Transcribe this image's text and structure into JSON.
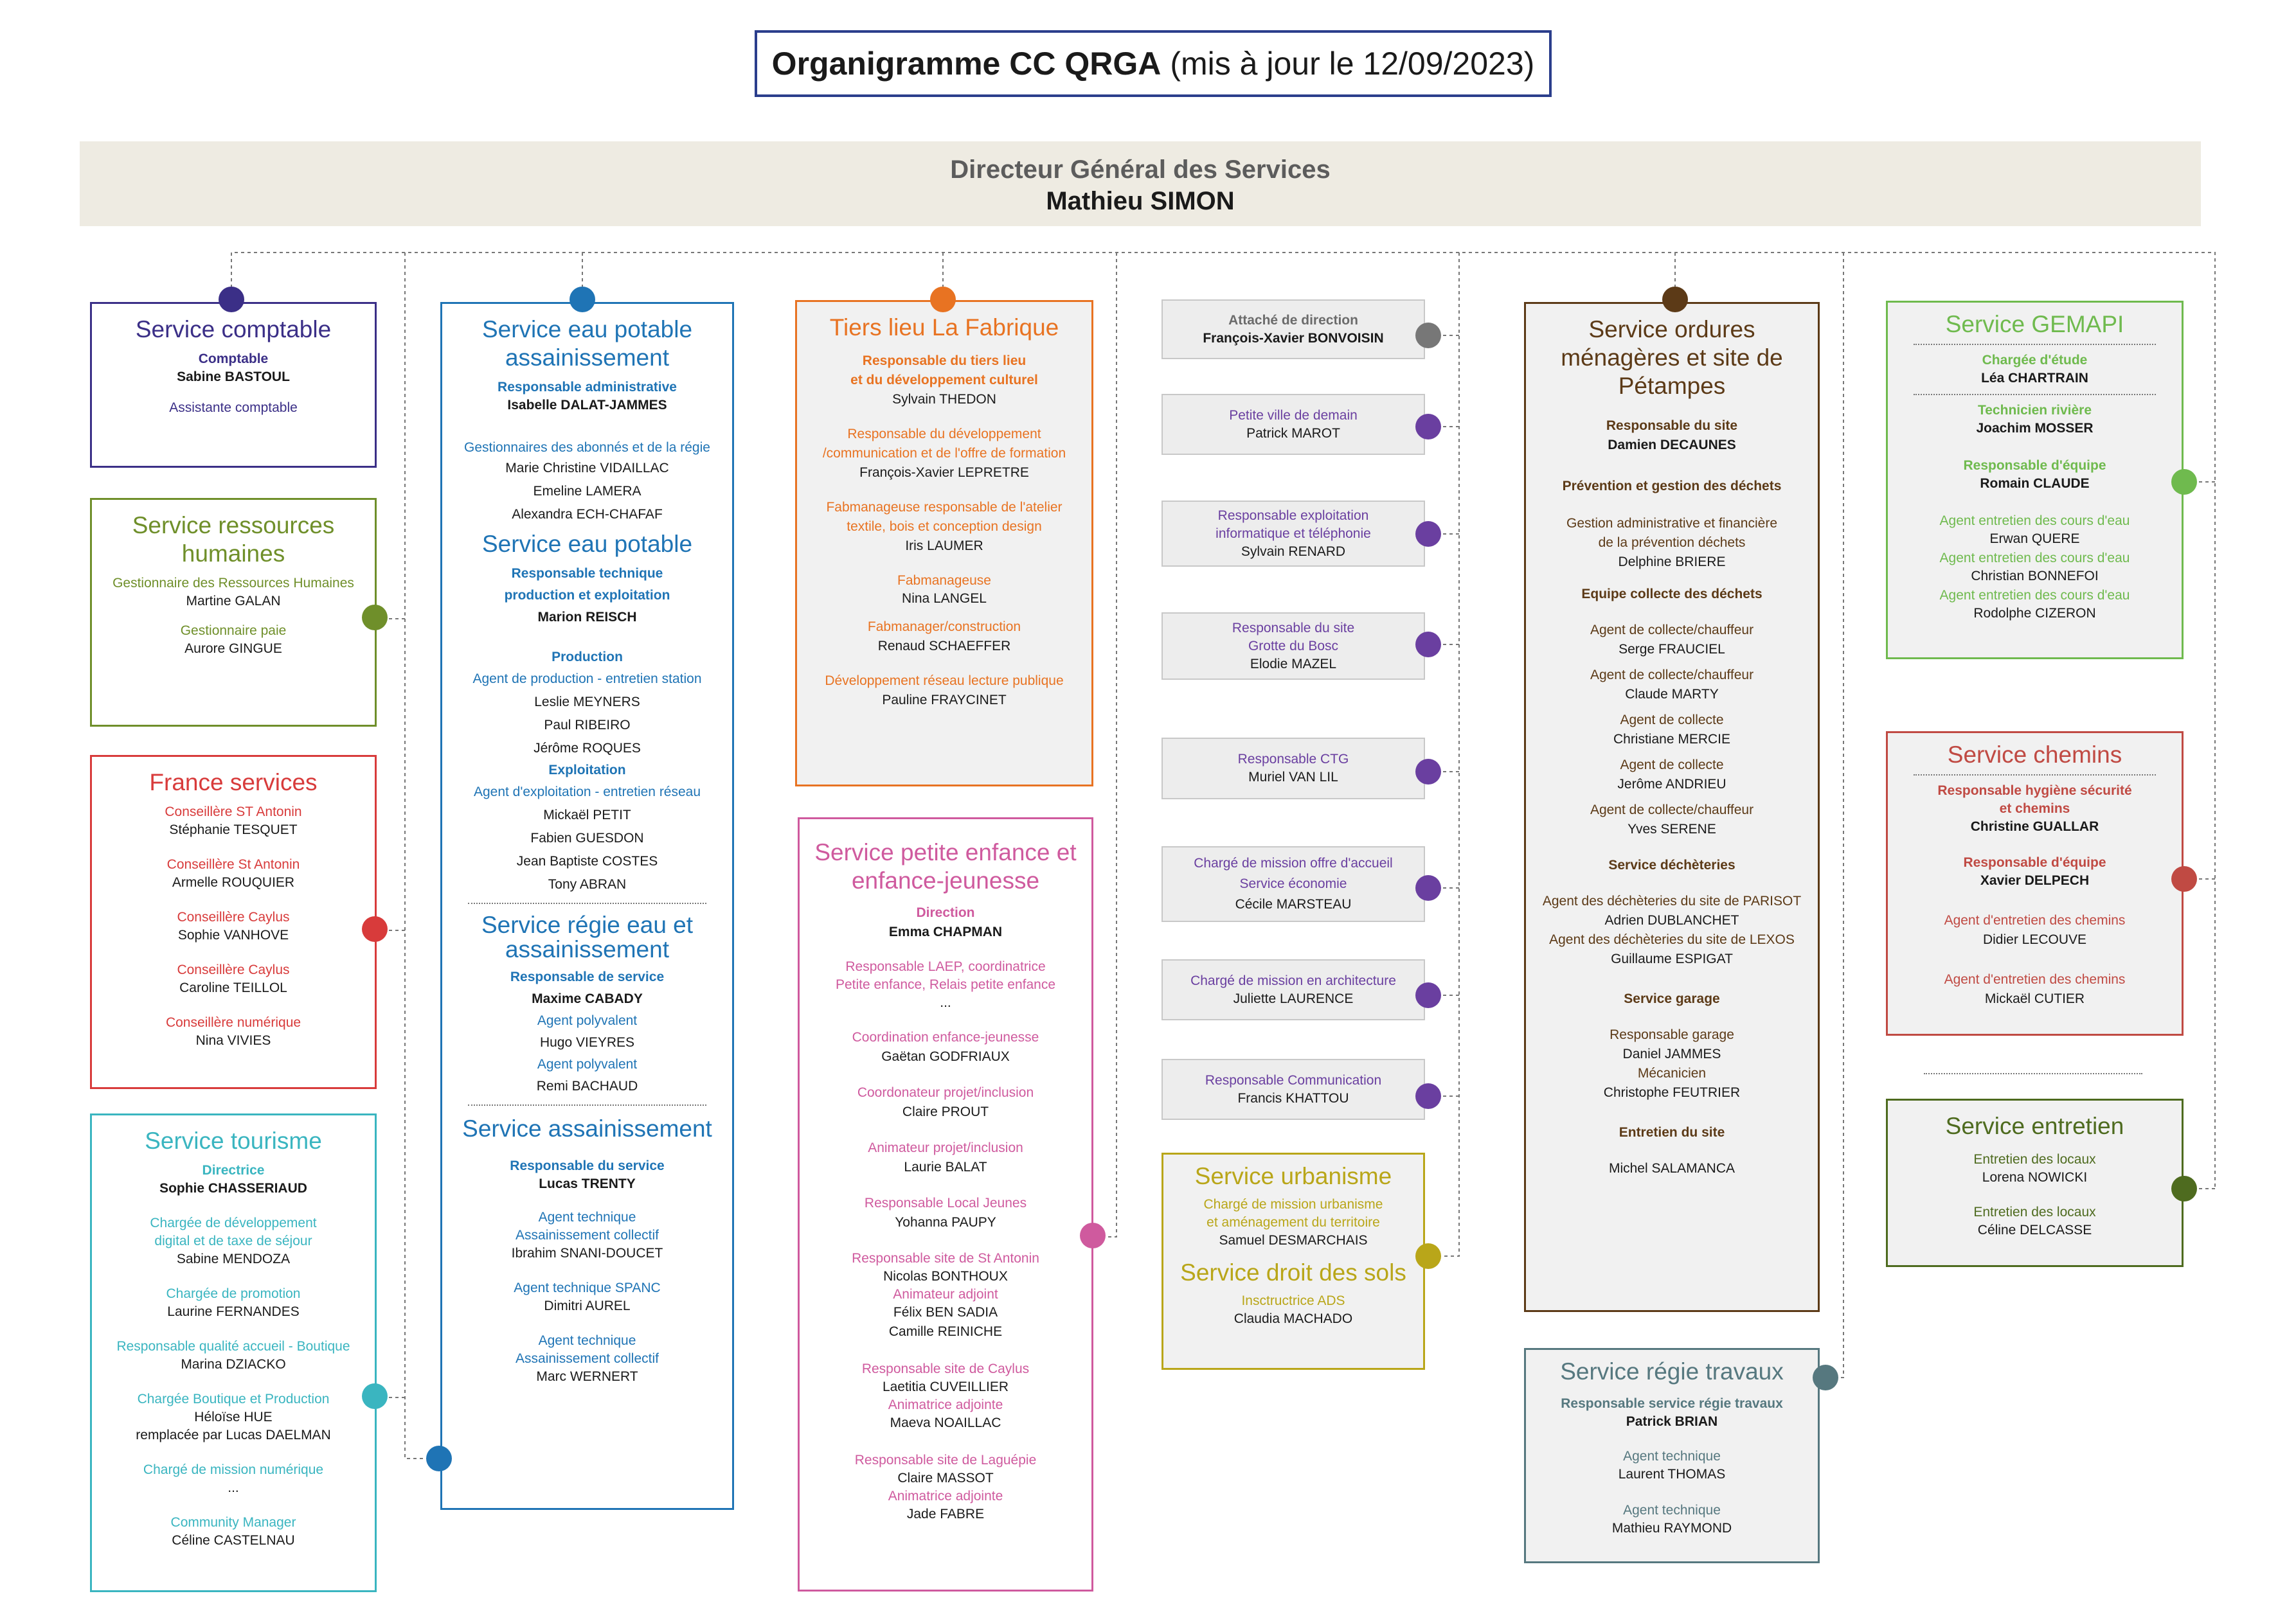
{
  "header": {
    "title_bold": "Organigramme CC QRGA",
    "title_rest": "(mis à jour le 12/09/2023)"
  },
  "dgs": {
    "role": "Directeur Général des Services",
    "name": "Mathieu SIMON"
  },
  "colors": {
    "comptable": "#3b2f87",
    "rh": "#6f8f2a",
    "france": "#d83b3b",
    "tourisme": "#3ab5c0",
    "eau": "#1f74b5",
    "fabrique": "#e87322",
    "enfance": "#cf5a9e",
    "direction": "#6a3fa0",
    "urbanisme": "#b9a619",
    "om": "#5c3a17",
    "regie": "#56787f",
    "gemapi": "#6fba4e",
    "chemins": "#c04a43",
    "entretien": "#4e6b1f"
  },
  "comptable": {
    "title": "Service comptable",
    "role1": "Comptable",
    "name1": "Sabine BASTOUL",
    "role2": "Assistante comptable"
  },
  "rh": {
    "title": "Service ressources humaines",
    "role1": "Gestionnaire des Ressources Humaines",
    "name1": "Martine GALAN",
    "role2": "Gestionnaire paie",
    "name2": "Aurore GINGUE"
  },
  "france": {
    "title": "France  services",
    "items": [
      {
        "role": "Conseillère ST Antonin",
        "name": "Stéphanie TESQUET"
      },
      {
        "role": "Conseillère St Antonin",
        "name": "Armelle ROUQUIER"
      },
      {
        "role": "Conseillère Caylus",
        "name": "Sophie VANHOVE"
      },
      {
        "role": "Conseillère Caylus",
        "name": "Caroline TEILLOL"
      },
      {
        "role": "Conseillère numérique",
        "name": "Nina VIVIES"
      }
    ]
  },
  "tourisme": {
    "title": "Service tourisme",
    "dir_role": "Directrice",
    "dir_name": "Sophie CHASSERIAUD",
    "r1": "Chargée de développement",
    "r1b": "digital et de taxe de séjour",
    "n1": "Sabine MENDOZA",
    "r2": "Chargée de promotion",
    "n2": "Laurine FERNANDES",
    "r3": "Responsable qualité accueil - Boutique",
    "n3": "Marina DZIACKO",
    "r4": "Chargée Boutique et Production",
    "n4": "Héloïse HUE",
    "n4b": "remplacée par Lucas DAELMAN",
    "r5": "Chargé de mission numérique",
    "n5": "...",
    "r6": "Community Manager",
    "n6": "Céline CASTELNAU"
  },
  "eau": {
    "title": "Service eau potable assainissement",
    "r1": "Responsable administrative",
    "n1": "Isabelle DALAT-JAMMES",
    "r2": "Gestionnaires des abonnés et de la régie",
    "n2a": "Marie Christine VIDAILLAC",
    "n2b": "Emeline LAMERA",
    "n2c": "Alexandra ECH-CHAFAF",
    "sub1": "Service eau potable",
    "r3": "Responsable technique",
    "r3b": "production et exploitation",
    "n3": "Marion REISCH",
    "r4": "Production",
    "r4b": "Agent de production - entretien station",
    "n4a": "Leslie MEYNERS",
    "n4b": "Paul RIBEIRO",
    "n4c": "Jérôme ROQUES",
    "r5": "Exploitation",
    "r5b": "Agent d'exploitation - entretien réseau",
    "n5a": "Mickaël PETIT",
    "n5b": "Fabien GUESDON",
    "n5c": "Jean Baptiste COSTES",
    "n5d": "Tony ABRAN",
    "sub2": "Service régie eau et assainissement",
    "r6": "Responsable de service",
    "n6": "Maxime CABADY",
    "r7": "Agent polyvalent",
    "n7": "Hugo VIEYRES",
    "r8": "Agent polyvalent",
    "n8": "Remi BACHAUD",
    "sub3": "Service assainissement",
    "r9": "Responsable du service",
    "n9": "Lucas TRENTY",
    "r10": "Agent technique",
    "r10b": "Assainissement collectif",
    "n10": "Ibrahim SNANI-DOUCET",
    "r11": "Agent technique SPANC",
    "n11": "Dimitri AUREL",
    "r12": "Agent technique",
    "r12b": "Assainissement collectif",
    "n12": "Marc WERNERT"
  },
  "fabrique": {
    "title": "Tiers lieu La Fabrique",
    "r1": "Responsable du tiers lieu",
    "r1b": "et du développement culturel",
    "n1": "Sylvain THEDON",
    "r2": "Responsable du développement",
    "r2b": "/communication et de l'offre de formation",
    "n2": "François-Xavier LEPRETRE",
    "r3": "Fabmanageuse responsable de l'atelier",
    "r3b": "textile, bois et conception design",
    "n3": "Iris LAUMER",
    "r4": "Fabmanageuse",
    "n4": "Nina LANGEL",
    "r5": "Fabmanager/construction",
    "n5": "Renaud SCHAEFFER",
    "r6": "Développement réseau lecture publique",
    "n6": "Pauline FRAYCINET"
  },
  "enfance": {
    "title": "Service petite enfance et enfance-jeunesse",
    "r1": "Direction",
    "n1": "Emma CHAPMAN",
    "r2": "Responsable LAEP, coordinatrice",
    "r2b": "Petite enfance, Relais petite enfance",
    "n2": "...",
    "r3": "Coordination enfance-jeunesse",
    "n3": "Gaëtan GODFRIAUX",
    "r4": "Coordonateur projet/inclusion",
    "n4": "Claire PROUT",
    "r5": "Animateur projet/inclusion",
    "n5": "Laurie BALAT",
    "r6": "Responsable Local Jeunes",
    "n6": "Yohanna PAUPY",
    "r7": "Responsable site de St Antonin",
    "n7": "Nicolas BONTHOUX",
    "r7b": "Animateur adjoint",
    "n7b": "Félix BEN SADIA",
    "n7c": "Camille REINICHE",
    "r8": "Responsable site de Caylus",
    "n8": "Laetitia CUVEILLIER",
    "r8b": "Animatrice adjointe",
    "n8b": "Maeva NOAILLAC",
    "r9": "Responsable site de Laguépie",
    "n9": "Claire MASSOT",
    "r9b": "Animatrice adjointe",
    "n9b": "Jade FABRE"
  },
  "direction": [
    {
      "role": "Attaché de direction",
      "name": "François-Xavier BONVOISIN"
    },
    {
      "role": "Petite ville de demain",
      "name": "Patrick MAROT"
    },
    {
      "role": "Responsable exploitation",
      "role2": "informatique et téléphonie",
      "name": "Sylvain RENARD"
    },
    {
      "role": "Responsable du site",
      "role2": "Grotte du Bosc",
      "name": "Elodie MAZEL"
    },
    {
      "role": "Responsable CTG",
      "name": "Muriel VAN LIL"
    },
    {
      "role": "Chargé de mission offre d'accueil",
      "role2": "Service économie",
      "name": "Cécile MARSTEAU"
    },
    {
      "role": "Chargé de mission en architecture",
      "name": "Juliette LAURENCE"
    },
    {
      "role": "Responsable  Communication",
      "name": "Francis KHATTOU"
    }
  ],
  "urbanisme": {
    "title": "Service urbanisme",
    "r1": "Chargé de mission urbanisme",
    "r1b": "et aménagement du territoire",
    "n1": "Samuel DESMARCHAIS",
    "title2": "Service droit des sols",
    "r2": "Insctructrice ADS",
    "n2": "Claudia MACHADO"
  },
  "om": {
    "title": "Service ordures ménagères et site de Pétampes",
    "r1": "Responsable du site",
    "n1": "Damien DECAUNES",
    "h1": "Prévention et gestion des déchets",
    "r2": "Gestion administrative et financière",
    "r2b": "de la prévention déchets",
    "n2": "Delphine BRIERE",
    "h2": "Equipe collecte des déchets",
    "c": [
      {
        "role": "Agent de collecte/chauffeur",
        "name": "Serge FRAUCIEL"
      },
      {
        "role": "Agent de collecte/chauffeur",
        "name": "Claude MARTY"
      },
      {
        "role": "Agent de collecte",
        "name": "Christiane MERCIE"
      },
      {
        "role": "Agent de collecte",
        "name": "Jerôme ANDRIEU"
      },
      {
        "role": "Agent de collecte/chauffeur",
        "name": "Yves SERENE"
      }
    ],
    "h3": "Service déchèteries",
    "r3": "Agent des déchèteries du site de PARISOT",
    "n3": "Adrien DUBLANCHET",
    "r4": "Agent des déchèteries du site de LEXOS",
    "n4": "Guillaume ESPIGAT",
    "h4": "Service garage",
    "r5": "Responsable garage",
    "n5": "Daniel JAMMES",
    "r6": "Mécanicien",
    "n6": "Christophe FEUTRIER",
    "h5": "Entretien du site",
    "n7": "Michel SALAMANCA"
  },
  "regie": {
    "title": "Service régie travaux",
    "r1": "Responsable service régie travaux",
    "n1": "Patrick BRIAN",
    "r2": "Agent technique",
    "n2": "Laurent THOMAS",
    "r3": "Agent technique",
    "n3": "Mathieu RAYMOND"
  },
  "gemapi": {
    "title": "Service GEMAPI",
    "r1": "Chargée d'étude",
    "n1": "Léa CHARTRAIN",
    "r2": "Technicien rivière",
    "n2": "Joachim MOSSER",
    "r3": "Responsable d'équipe",
    "n3": "Romain CLAUDE",
    "r4": "Agent entretien des cours d'eau",
    "n4": "Erwan QUERE",
    "r5": "Agent entretien des cours d'eau",
    "n5": "Christian BONNEFOI",
    "r6": "Agent entretien des cours d'eau",
    "n6": "Rodolphe CIZERON"
  },
  "chemins": {
    "title": "Service chemins",
    "r1": "Responsable hygiène sécurité",
    "r1b": "et chemins",
    "n1": "Christine GUALLAR",
    "r2": "Responsable d'équipe",
    "n2": "Xavier DELPECH",
    "r3": "Agent d'entretien des chemins",
    "n3": "Didier LECOUVE",
    "r4": "Agent d'entretien des chemins",
    "n4": "Mickaël CUTIER"
  },
  "entretien": {
    "title": "Service entretien",
    "r1": "Entretien des locaux",
    "n1": "Lorena NOWICKI",
    "r2": "Entretien des locaux",
    "n2": "Céline DELCASSE"
  }
}
